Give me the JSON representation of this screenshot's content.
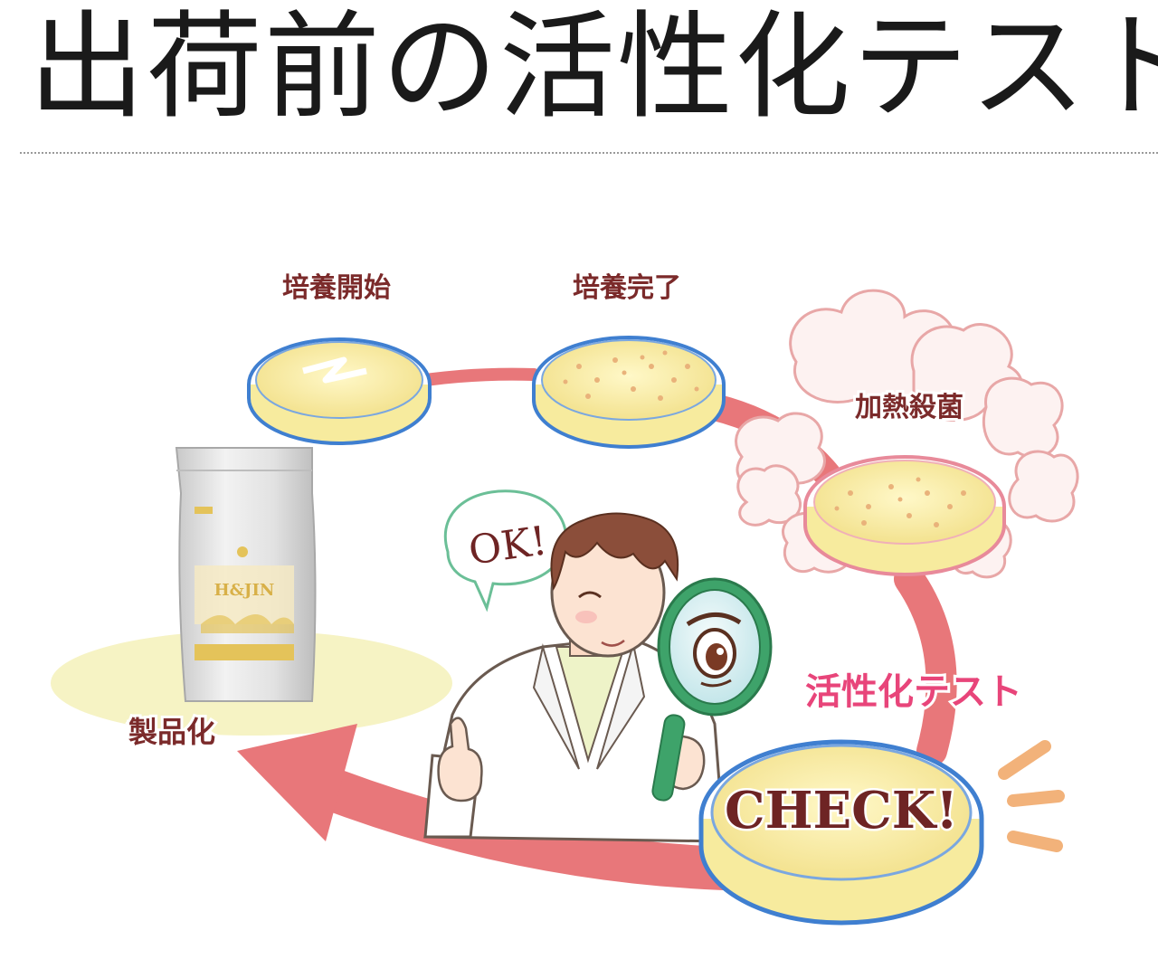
{
  "title": "出荷前の活性化テスト",
  "steps": {
    "culture_start": "培養開始",
    "culture_done": "培養完了",
    "heat_sterilize": "加熱殺菌",
    "activation_test": "活性化テスト",
    "productize": "製品化"
  },
  "speech": {
    "ok": "OK!"
  },
  "dish_text": {
    "check": "CHECK!"
  },
  "package": {
    "brand": "H&JIN"
  },
  "colors": {
    "arrow": "#e8777a",
    "test_label": "#e8457a",
    "step_label": "#7b2a2a",
    "agar": "#f7eb9e",
    "dish_rim": "#3f7fd0"
  }
}
